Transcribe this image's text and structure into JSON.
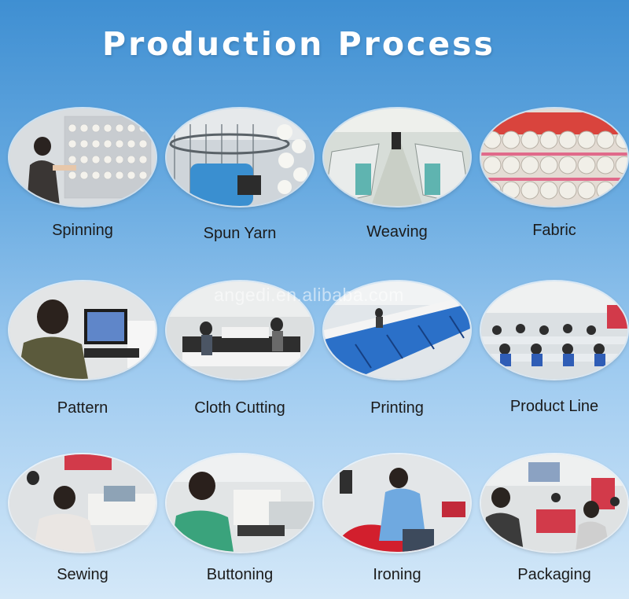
{
  "title": "Production Process",
  "watermark": "angedi.en.alibaba.com",
  "steps": [
    {
      "label": "Spinning"
    },
    {
      "label": "Spun Yarn"
    },
    {
      "label": "Weaving"
    },
    {
      "label": "Fabric"
    },
    {
      "label": "Pattern"
    },
    {
      "label": "Cloth Cutting"
    },
    {
      "label": "Printing"
    },
    {
      "label": "Product Line"
    },
    {
      "label": "Sewing"
    },
    {
      "label": "Buttoning"
    },
    {
      "label": "Ironing"
    },
    {
      "label": "Packaging"
    }
  ]
}
